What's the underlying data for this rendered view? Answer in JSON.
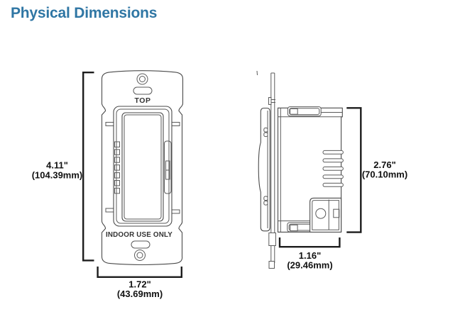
{
  "title": {
    "text": "Physical Dimensions",
    "color": "#2f76a4"
  },
  "front_view": {
    "top_marking": "TOP",
    "indoor_marking": "INDOOR USE ONLY",
    "height_dimension": {
      "inches": "4.11\"",
      "millimeters": "(104.39mm)"
    },
    "width_dimension": {
      "inches": "1.72\"",
      "millimeters": "(43.69mm)"
    }
  },
  "side_view": {
    "height_dimension": {
      "inches": "2.76\"",
      "millimeters": "(70.10mm)"
    },
    "depth_dimension": {
      "inches": "1.16\"",
      "millimeters": "(29.46mm)"
    }
  },
  "colors": {
    "line": "#5a5a5a",
    "dimension_line": "#1c1c1c",
    "background": "#ffffff"
  }
}
